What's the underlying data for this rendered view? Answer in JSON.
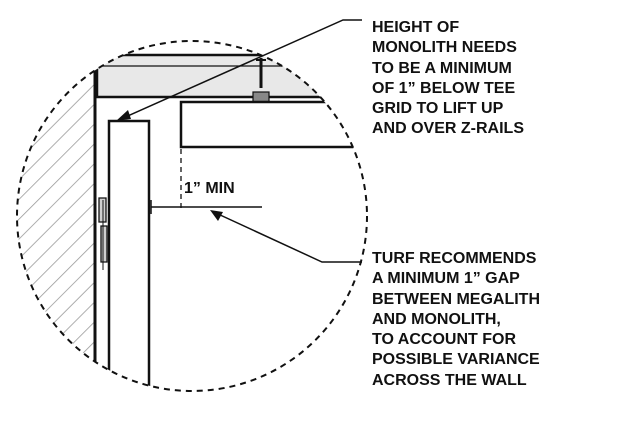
{
  "callouts": {
    "height_note": [
      "HEIGHT OF",
      "MONOLITH NEEDS",
      "TO BE A MINIMUM",
      "OF 1” BELOW TEE",
      "GRID TO LIFT UP",
      "AND OVER Z-RAILS"
    ],
    "gap_note": [
      "TURF RECOMMENDS",
      "A MINIMUM 1” GAP",
      "BETWEEN MEGALITH",
      "AND MONOLITH,",
      "TO ACCOUNT FOR",
      "POSSIBLE VARIANCE",
      "ACROSS THE WALL"
    ]
  },
  "dimension": {
    "label": "1” MIN"
  },
  "colors": {
    "ink": "#111111",
    "ceiling_fill": "#e8e8e8",
    "hatch": "#9a9a9a",
    "connector": "#888888"
  }
}
